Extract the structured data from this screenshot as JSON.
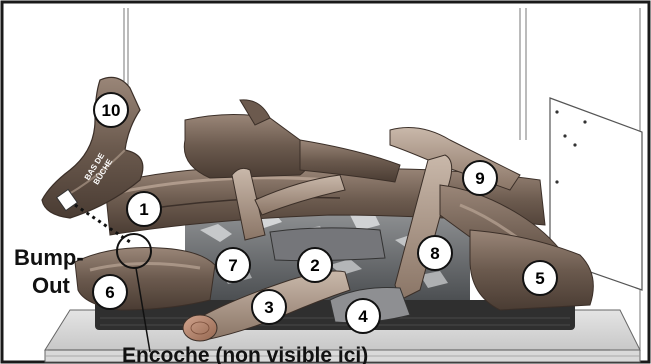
{
  "callouts": [
    {
      "number": "1"
    },
    {
      "number": "2"
    },
    {
      "number": "3"
    },
    {
      "number": "4"
    },
    {
      "number": "5"
    },
    {
      "number": "6"
    },
    {
      "number": "7"
    },
    {
      "number": "8"
    },
    {
      "number": "9"
    },
    {
      "number": "10"
    }
  ],
  "labels": {
    "bump_out_line1": "Bump-",
    "bump_out_line2": "Out",
    "notch_caption": "Encoche (non visible ici)"
  },
  "log_stamp": {
    "line1": "BAS DE",
    "line2": "BÛCHE"
  },
  "colors": {
    "border": "#1a1a1a",
    "callout_fill": "#ffffff",
    "callout_stroke": "#111111",
    "log_bark": "#5a4a40",
    "log_light": "#a89282",
    "log_cut_end": "#b0806a",
    "ember_grey": "#6f7275",
    "grate_dark": "#3a3a3a"
  }
}
